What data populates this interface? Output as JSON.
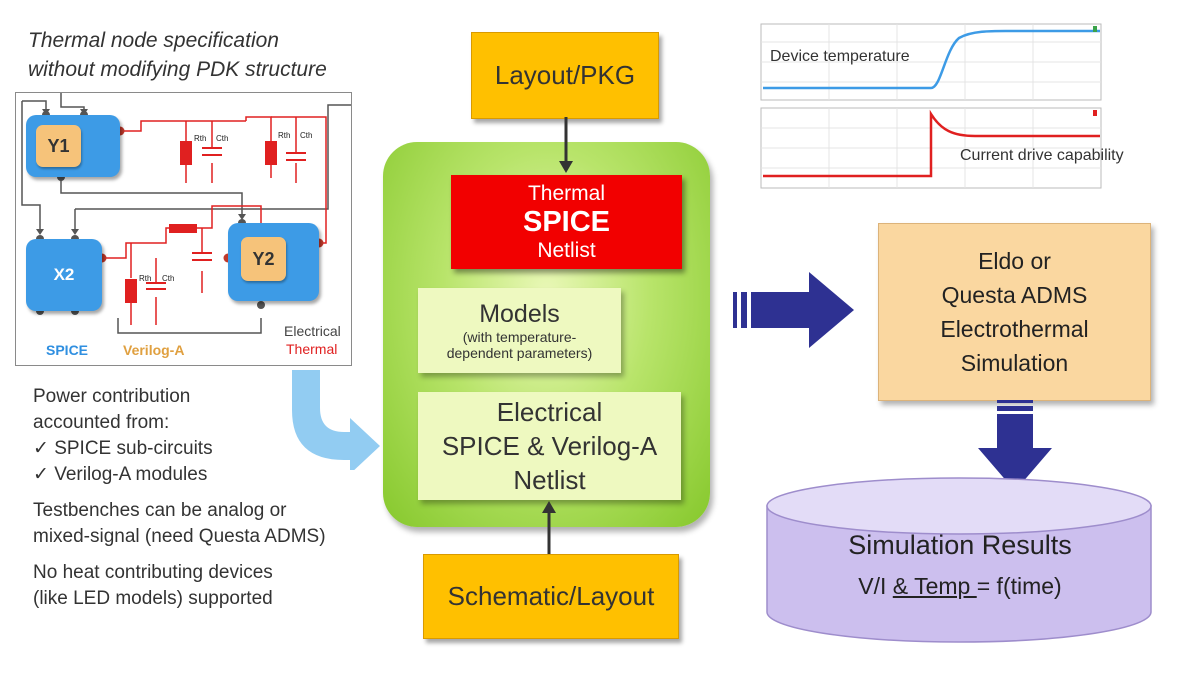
{
  "left": {
    "title_line1": "Thermal node specification",
    "title_line2": "without modifying PDK structure",
    "circuit": {
      "y1": "Y1",
      "x2": "X2",
      "y2": "Y2",
      "rth": "Rth",
      "cth": "Cth",
      "legend_spice": "SPICE",
      "legend_veriloga": "Verilog-A",
      "legend_electrical": "Electrical",
      "legend_thermal": "Thermal"
    },
    "bullets": {
      "line1": "Power contribution",
      "line2": "accounted from:",
      "check1": "SPICE sub-circuits",
      "check2": "Verilog-A modules",
      "tb1": "Testbenches can be analog or",
      "tb2": "mixed-signal (need Questa ADMS)",
      "nh1": "No heat contributing devices",
      "nh2": "(like LED models) supported"
    }
  },
  "center": {
    "layout_pkg": "Layout/PKG",
    "thermal_line1": "Thermal",
    "thermal_line2": "SPICE",
    "thermal_line3": "Netlist",
    "models_title": "Models",
    "models_sub1": "(with temperature-",
    "models_sub2": "dependent parameters)",
    "electrical_line1": "Electrical",
    "electrical_line2": "SPICE & Verilog-A",
    "electrical_line3": "Netlist",
    "schematic_layout": "Schematic/Layout"
  },
  "right": {
    "plot_top_label": "Device temperature",
    "plot_bottom_label": "Current drive capability",
    "eldo_line1": "Eldo or",
    "eldo_line2": "Questa ADMS",
    "eldo_line3": "Electrothermal",
    "eldo_line4": "Simulation",
    "results_title": "Simulation Results",
    "results_formula_a": "V/I ",
    "results_formula_b": "& Temp ",
    "results_formula_c": "= f(time)"
  },
  "colors": {
    "spice_blue": "#3d9be6",
    "veriloga_orange": "#f6c37a",
    "thermal_red": "#e02020",
    "arrow_navy": "#2e3192",
    "arrow_lightblue": "#7fc3f0"
  }
}
